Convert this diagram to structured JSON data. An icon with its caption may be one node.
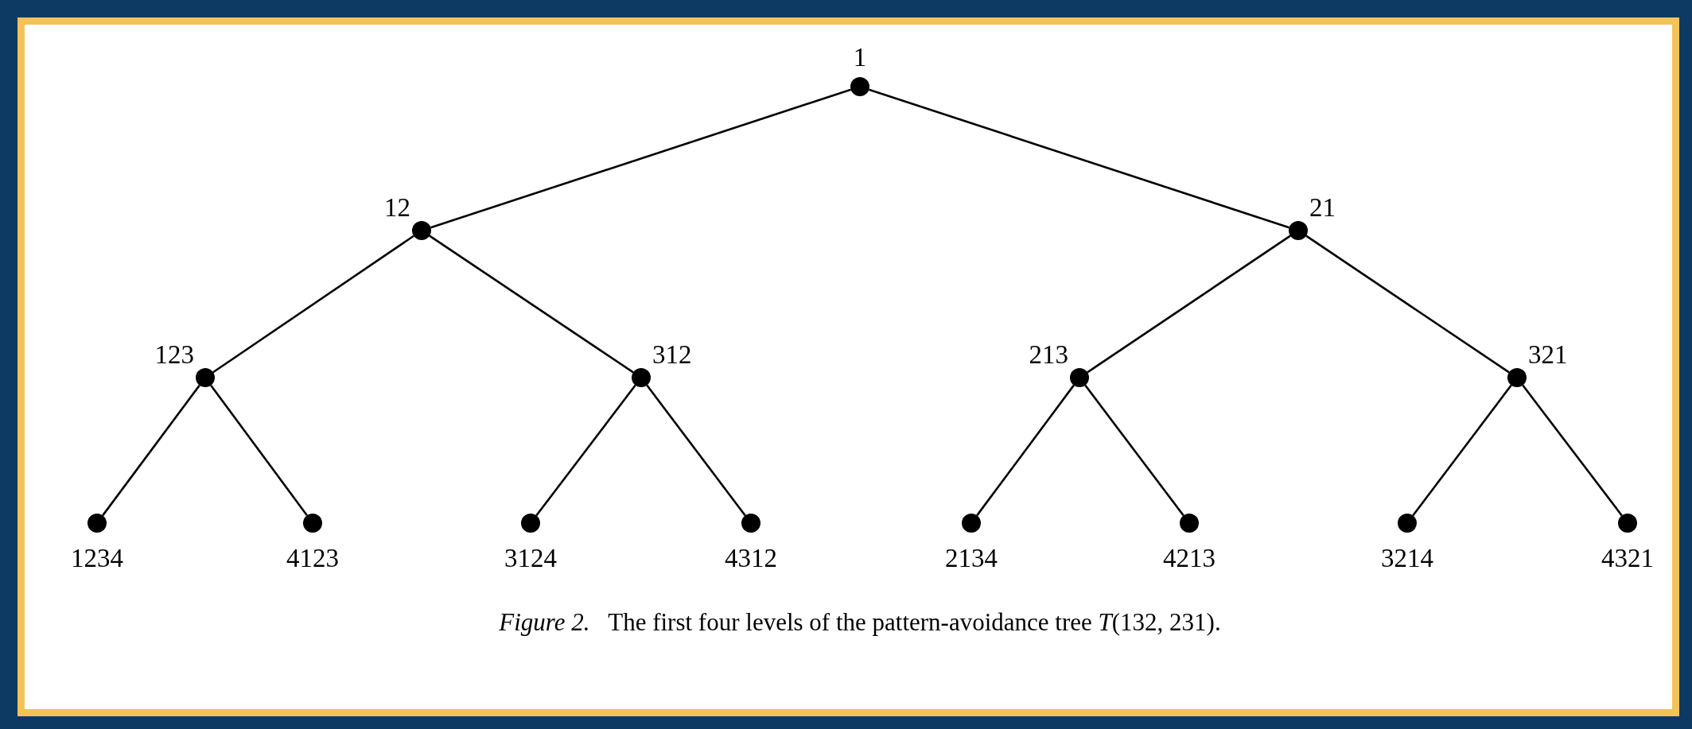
{
  "diagram": {
    "caption": "*Figure 2.*   The first four levels of the pattern-avoidance tree *T*(132, 231).",
    "nodes": [
      {
        "text": [],
        "shape": "circle",
        "beside": [
          "1"
        ]
      },
      {
        "text": [],
        "shape": "circle",
        "beside": [
          "12"
        ]
      },
      {
        "text": [],
        "shape": "circle",
        "beside": [
          "21"
        ]
      },
      {
        "text": [],
        "shape": "circle",
        "beside": [
          "123"
        ]
      },
      {
        "text": [],
        "shape": "circle",
        "beside": [
          "312"
        ]
      },
      {
        "text": [],
        "shape": "circle",
        "beside": [
          "213"
        ]
      },
      {
        "text": [],
        "shape": "circle",
        "beside": [
          "321"
        ]
      },
      {
        "text": [],
        "shape": "circle",
        "beside": [
          "1234"
        ]
      },
      {
        "text": [],
        "shape": "circle",
        "beside": [
          "4123"
        ]
      },
      {
        "text": [],
        "shape": "circle",
        "beside": [
          "3124"
        ]
      },
      {
        "text": [],
        "shape": "circle",
        "beside": [
          "4312"
        ]
      },
      {
        "text": [],
        "shape": "circle",
        "beside": [
          "2134"
        ]
      },
      {
        "text": [],
        "shape": "circle",
        "beside": [
          "4213"
        ]
      },
      {
        "text": [],
        "shape": "circle",
        "beside": [
          "3214"
        ]
      },
      {
        "text": [],
        "shape": "circle",
        "beside": [
          "4321"
        ]
      }
    ],
    "edges": [
      {
        "from": 0,
        "to": 1,
        "arrow": "none"
      },
      {
        "from": 0,
        "to": 2,
        "arrow": "none"
      },
      {
        "from": 1,
        "to": 3,
        "arrow": "none"
      },
      {
        "from": 1,
        "to": 4,
        "arrow": "none"
      },
      {
        "from": 2,
        "to": 5,
        "arrow": "none"
      },
      {
        "from": 2,
        "to": 6,
        "arrow": "none"
      },
      {
        "from": 3,
        "to": 7,
        "arrow": "none"
      },
      {
        "from": 3,
        "to": 8,
        "arrow": "none"
      },
      {
        "from": 4,
        "to": 9,
        "arrow": "none"
      },
      {
        "from": 4,
        "to": 10,
        "arrow": "none"
      },
      {
        "from": 5,
        "to": 11,
        "arrow": "none"
      },
      {
        "from": 5,
        "to": 12,
        "arrow": "none"
      },
      {
        "from": 6,
        "to": 13,
        "arrow": "none"
      },
      {
        "from": 6,
        "to": 14,
        "arrow": "none"
      }
    ]
  }
}
